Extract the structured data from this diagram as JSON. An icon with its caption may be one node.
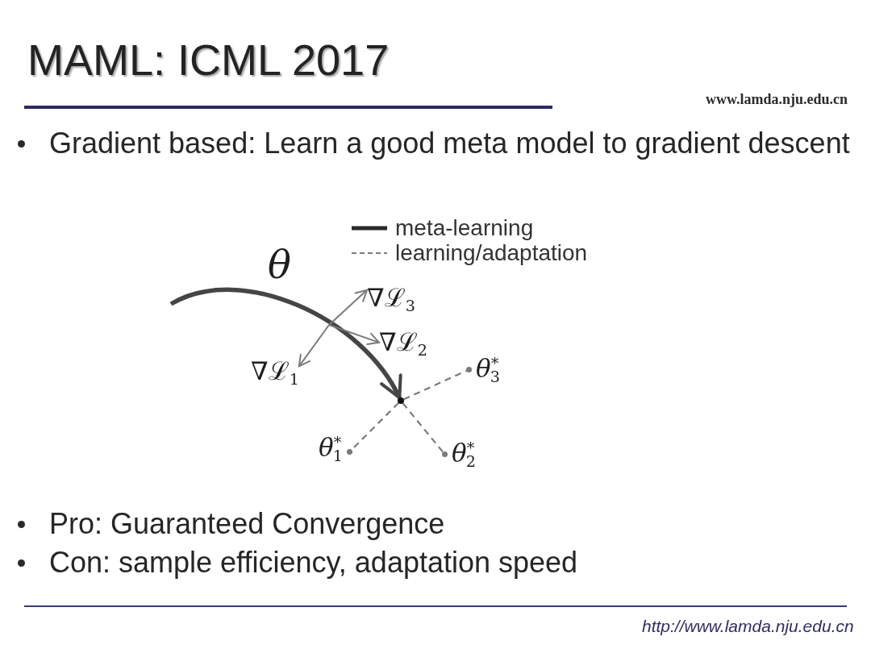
{
  "diagram": {
    "title": "MAML: ICML 2017",
    "nodes": [
      {
        "text": [
          "∇ℒ$_{3}$"
        ]
      },
      {
        "text": [
          "∇ℒ$_{2}$"
        ]
      },
      {
        "text": [
          "∇ℒ$_{1}$"
        ]
      },
      {
        "text": [
          "θ$^{*}$$_{3}$"
        ]
      },
      {
        "text": [],
        "shape": "circle"
      },
      {
        "text": [
          "θ$^{*}$$_{1}$"
        ]
      },
      {
        "text": [
          "θ$^{*}$$_{2}$"
        ]
      }
    ],
    "edges": [
      {
        "from": null,
        "to": 4,
        "arrow": "to",
        "label": "θ",
        "style": "thick",
        "color": "#454545"
      },
      {
        "from": null,
        "to": 0,
        "arrow": "to"
      },
      {
        "from": null,
        "to": 1,
        "arrow": "to"
      },
      {
        "from": null,
        "to": 2,
        "arrow": "to"
      },
      {
        "from": 4,
        "to": 3,
        "arrow": "none",
        "style": "dashed"
      },
      {
        "from": 4,
        "to": 5,
        "arrow": "none",
        "style": "dashed"
      },
      {
        "from": 4,
        "to": 6,
        "arrow": "none",
        "style": "dashed"
      }
    ],
    "labels": [
      "www.lamda.nju.edu.cn",
      "Gradient based: Learn a good meta model to gradient descent",
      "Pro: Guaranteed Convergence",
      "Con: sample efficiency, adaptation speed",
      "http://www.lamda.nju.edu.cn"
    ],
    "legend": [
      {
        "text": "meta-learning"
      },
      {
        "text": "learning/adaptation"
      }
    ]
  }
}
